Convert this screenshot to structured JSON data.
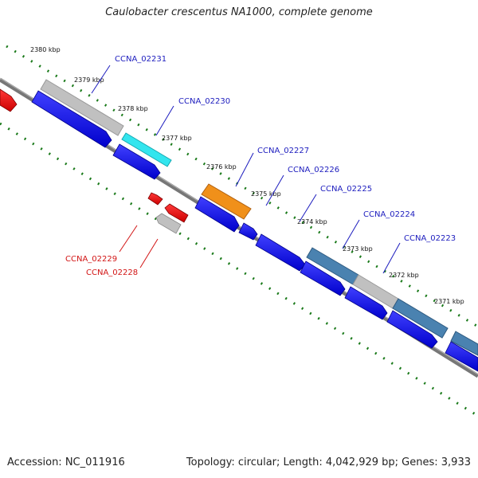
{
  "title": "Caulobacter crescentus NA1000, complete genome",
  "footer": {
    "accession": "Accession: NC_011916",
    "summary": "Topology: circular; Length: 4,042,929 bp; Genes: 3,933"
  },
  "ticks": [
    "2380 kbp",
    "2379 kbp",
    "2378 kbp",
    "2377 kbp",
    "2376 kbp",
    "2375 kbp",
    "2374 kbp",
    "2373 kbp",
    "2372 kbp",
    "2371 kbp"
  ],
  "gene_labels": {
    "g02231": "CCNA_02231",
    "g02230": "CCNA_02230",
    "g02227": "CCNA_02227",
    "g02226": "CCNA_02226",
    "g02225": "CCNA_02225",
    "g02224": "CCNA_02224",
    "g02223": "CCNA_02223",
    "g02229": "CCNA_02229",
    "g02228": "CCNA_02228"
  },
  "colors": {
    "forward_cds": "#0000ee",
    "reverse_cds": "#ee0000",
    "backbone": "#808080",
    "tick_dots": "#1a7a1a",
    "highlight_cyan": "#33e5ee",
    "highlight_orange": "#f0901a",
    "highlight_steel": "#4a82b0",
    "highlight_gray": "#c0c0c0",
    "label_blue": "#1c1cbe",
    "label_red": "#d21414"
  }
}
